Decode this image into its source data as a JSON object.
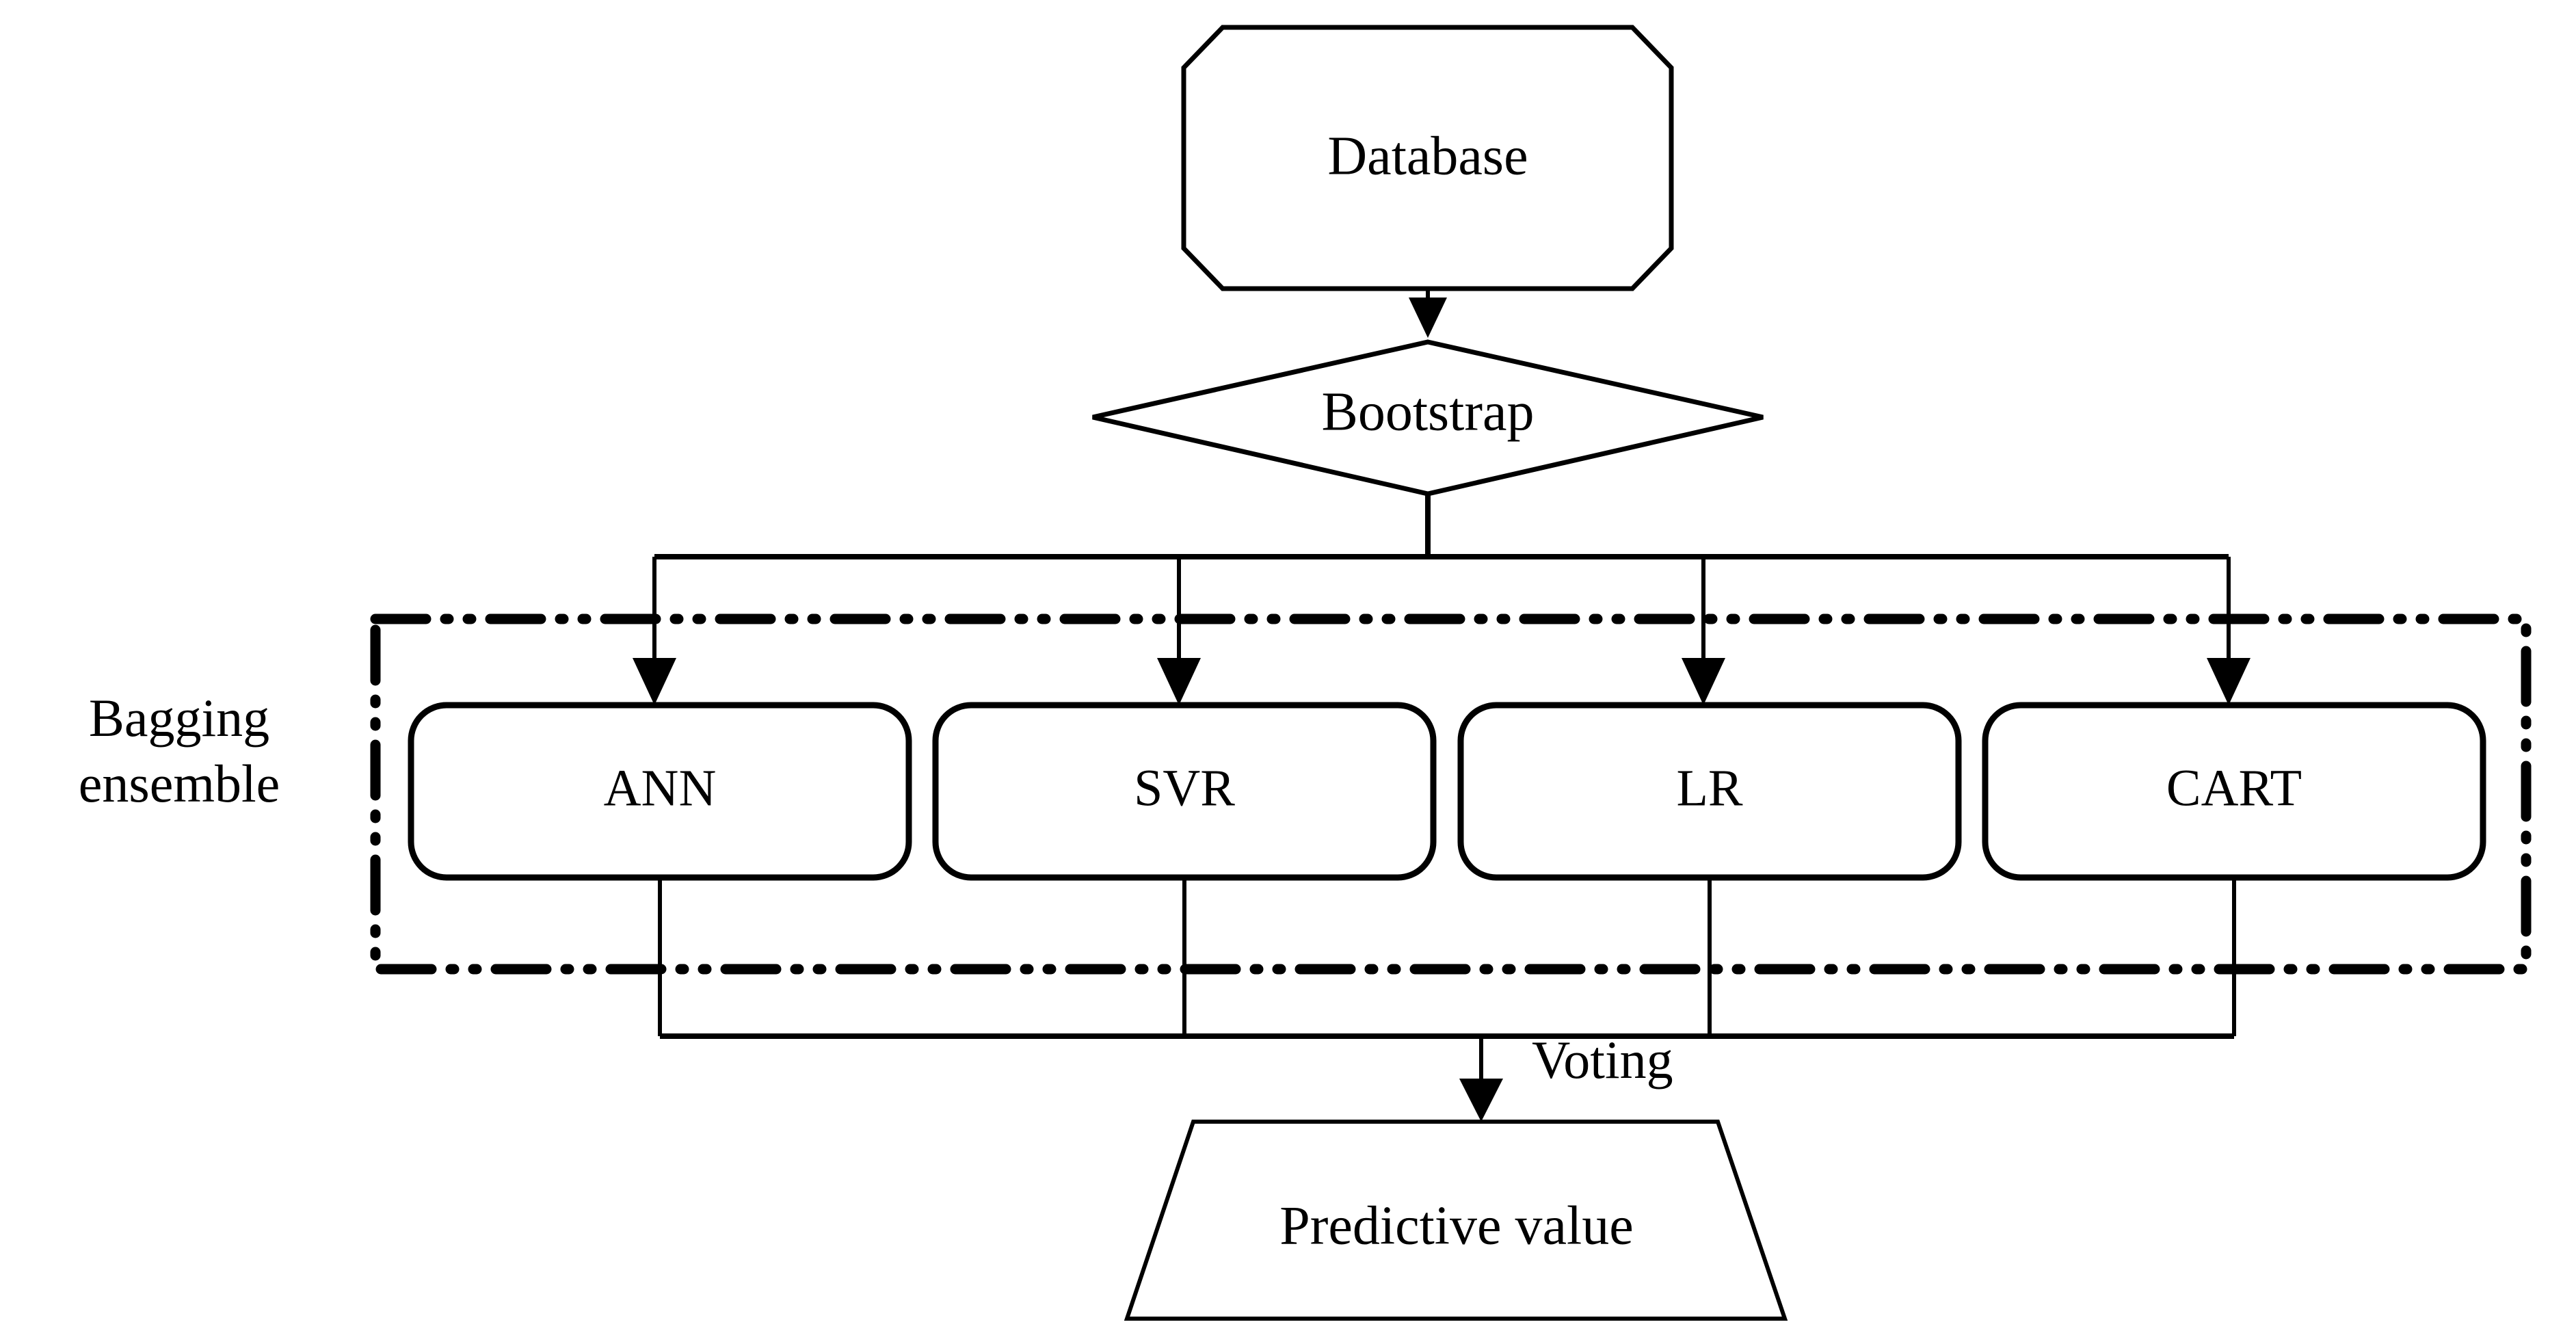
{
  "diagram": {
    "title": "Bagging ensemble model flowchart",
    "colors": {
      "stroke": "#000000",
      "fill": "#ffffff",
      "background": "#ffffff"
    },
    "nodes": {
      "database": {
        "label": "Database",
        "shape": "octagon"
      },
      "bootstrap": {
        "label": "Bootstrap",
        "shape": "diamond"
      },
      "models": [
        {
          "label": "ANN",
          "shape": "rounded-rectangle"
        },
        {
          "label": "SVR",
          "shape": "rounded-rectangle"
        },
        {
          "label": "LR",
          "shape": "rounded-rectangle"
        },
        {
          "label": "CART",
          "shape": "rounded-rectangle"
        }
      ],
      "predictive_value": {
        "label": "Predictive value",
        "shape": "trapezoid"
      }
    },
    "group": {
      "label_line1": "Bagging",
      "label_line2": "ensemble",
      "border_style": "dash-dot-dot"
    },
    "edges": {
      "voting_label": "Voting"
    }
  }
}
